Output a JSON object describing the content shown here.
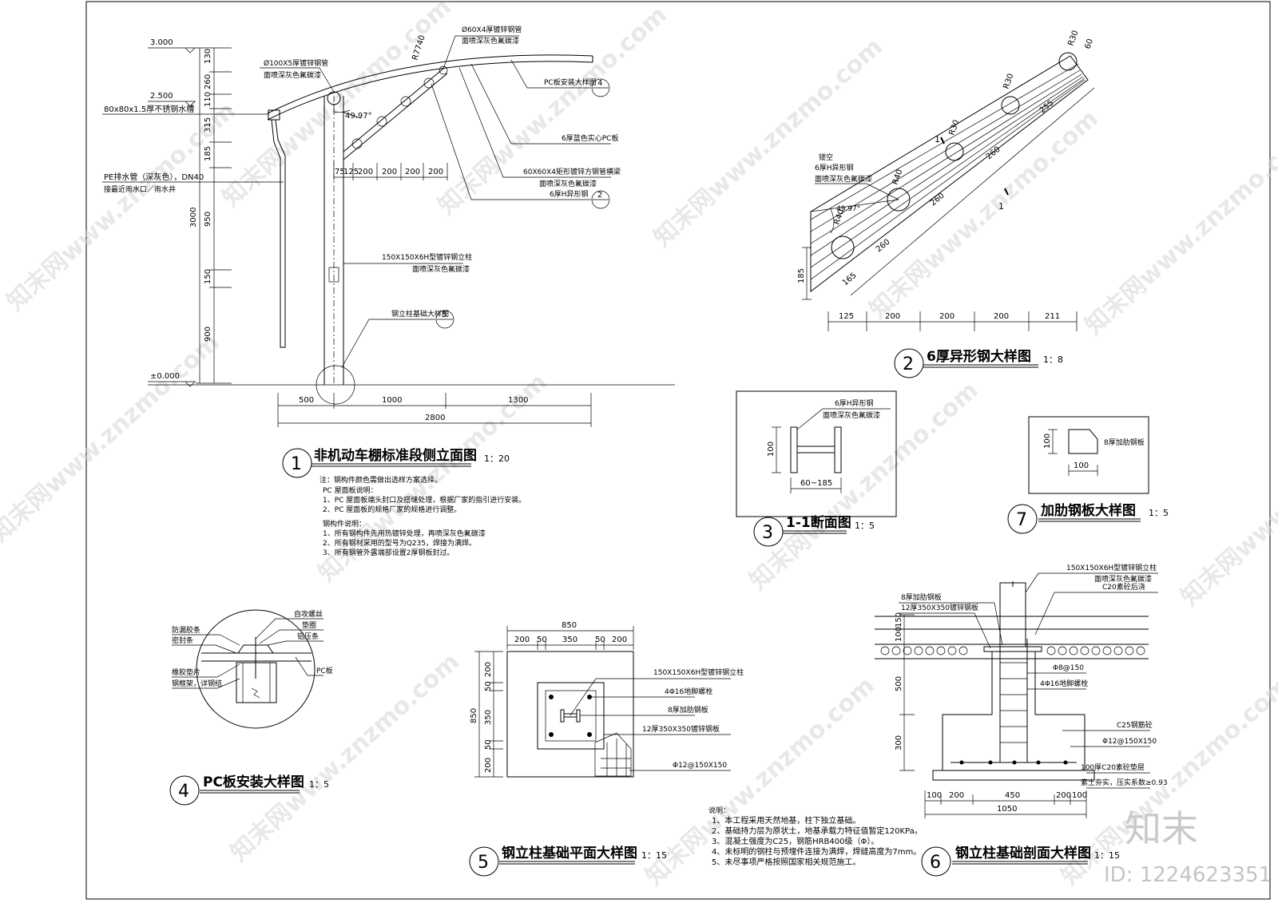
{
  "elev": {
    "levels": [
      "3.000",
      "2.500",
      "±0.000"
    ],
    "vdims": [
      "130",
      "260",
      "110",
      "315",
      "185",
      "950",
      "150",
      "900"
    ],
    "vdim_total": "3000",
    "hdims": [
      "500",
      "1000",
      "1300"
    ],
    "hdim_total": "2800",
    "beam_dims": [
      "75",
      "125",
      "200",
      "200",
      "200",
      "200"
    ],
    "angle": "49.97°",
    "radius": "R7740",
    "labels": {
      "pipe60": "Ø60X4厚镀锌钢管",
      "pipe60_sub": "面喷深灰色氟碳漆",
      "pipe100": "Ø100X5厚镀锌钢管",
      "pipe100_sub": "面喷深灰色氟碳漆",
      "gutter": "80x80x1.5厚不锈钢水槽",
      "drain": "PE排水管（深灰色），DN40",
      "drain_sub": "接最近雨水口／雨水井",
      "pc_detail": "PC板安装大样图",
      "pc_sheet": "6厚蓝色实心PC板",
      "square_tube": "60X60X4矩形镀锌方钢管横梁",
      "square_tube_sub": "面喷深灰色氟碳漆",
      "h_steel": "6厚H异形钢",
      "column": "150X150X6H型镀锌钢立柱",
      "column_sub": "面喷深灰色氟碳漆",
      "footing_ref": "钢立柱基础大样图"
    },
    "refs": [
      "4",
      "2",
      "5"
    ],
    "title": "非机动车棚标准段侧立面图",
    "scale": "1：20",
    "num": "1"
  },
  "notes_1": {
    "head": "注：钢构件颜色需做出选样方案选择。",
    "pc_head": "PC  屋面板说明：",
    "pc": [
      "1、PC  屋面板端头封口及搭缝处理，根据厂家的指引进行安装。",
      "2、PC  屋面板的规格厂家的规格进行调整。"
    ],
    "steel_head": "钢构件说明：",
    "steel": [
      "1、所有钢构件先用热镀锌处理，再喷深灰色氟碳漆",
      "2、所有钢材采用的型号为Q235，焊接为满焊。",
      "3、所有钢管外露端部设置2厚钢板封过。"
    ]
  },
  "detail2": {
    "title": "6厚异形钢大样图",
    "scale": "1：8",
    "num": "2",
    "radii": [
      "R30",
      "R30",
      "R30",
      "R40",
      "R40"
    ],
    "r30_top": "R30",
    "dim60": "60",
    "along": [
      "255",
      "260",
      "260",
      "260",
      "165"
    ],
    "hdims": [
      "125",
      "200",
      "200",
      "200",
      "211"
    ],
    "vdim": "185",
    "angle": "49.97°",
    "cut": [
      "1",
      "1"
    ],
    "labels": [
      "镂空",
      "6厚H异形钢",
      "面喷深灰色氟碳漆"
    ]
  },
  "detail3": {
    "title": "1-1断面图",
    "scale": "1：5",
    "num": "3",
    "label": "6厚H异形钢",
    "label_sub": "面喷深灰色氟碳漆",
    "dim_v": "100",
    "dim_h": "60~185"
  },
  "detail7": {
    "title": "加肋钢板大样图",
    "scale": "1：5",
    "num": "7",
    "label": "8厚加肋钢板",
    "dim_v": "100",
    "dim_h": "100"
  },
  "detail4": {
    "title": "PC板安装大样图",
    "scale": "1：5",
    "num": "4",
    "labels_left": [
      "防漏胶条",
      "密封条",
      "橡胶垫片",
      "钢框架，详钢结"
    ],
    "labels_right": [
      "自攻螺丝",
      "垫圈",
      "铝压条",
      "PC板"
    ]
  },
  "detail5": {
    "title": "钢立柱基础平面大样图",
    "scale": "1：15",
    "num": "5",
    "top_total": "850",
    "top_dims": [
      "200",
      "50",
      "350",
      "50",
      "200"
    ],
    "left_total": "850",
    "left_dims": [
      "200",
      "50",
      "350",
      "50",
      "200"
    ],
    "labels": [
      "150X150X6H型镀锌钢立柱",
      "4Φ16地脚螺栓",
      "8厚加肋钢板",
      "12厚350X350镀锌钢板",
      "Φ12@150X150"
    ]
  },
  "notes_5": {
    "head": "说明：",
    "items": [
      "1、本工程采用天然地基，柱下独立基础。",
      "2、基础持力层为原状土，地基承载力特征值暂定120KPa。",
      "3、混凝土强度为C25，钢筋HRB400级（Φ）。",
      "4、未标明的钢柱与预埋件连接为满焊，焊缝高度为7mm。",
      "5、未尽事项严格按照国家相关规范施工。"
    ]
  },
  "detail6": {
    "title": "钢立柱基础剖面大样图",
    "scale": "1：15",
    "num": "6",
    "labels_left": [
      "8厚加肋钢板",
      "12厚350X350镀锌钢板"
    ],
    "labels_right": [
      "150X150X6H型镀锌钢立柱",
      "面喷深灰色氟碳漆",
      "C20素砼后浇",
      "Φ8@150",
      "4Φ16地脚螺栓",
      "C25钢筋砼",
      "Φ12@150X150",
      "100厚C20素砼垫层",
      "素土夯实，压实系数≥0.93"
    ],
    "vdims": [
      "150",
      "100",
      "500",
      "300"
    ],
    "hdims": [
      "100",
      "200",
      "450",
      "200",
      "100"
    ],
    "h_total": "1050"
  },
  "brand": {
    "watermark": "知末网www.znzmo.com",
    "logo": "知末",
    "id": "ID: 1224623351"
  }
}
